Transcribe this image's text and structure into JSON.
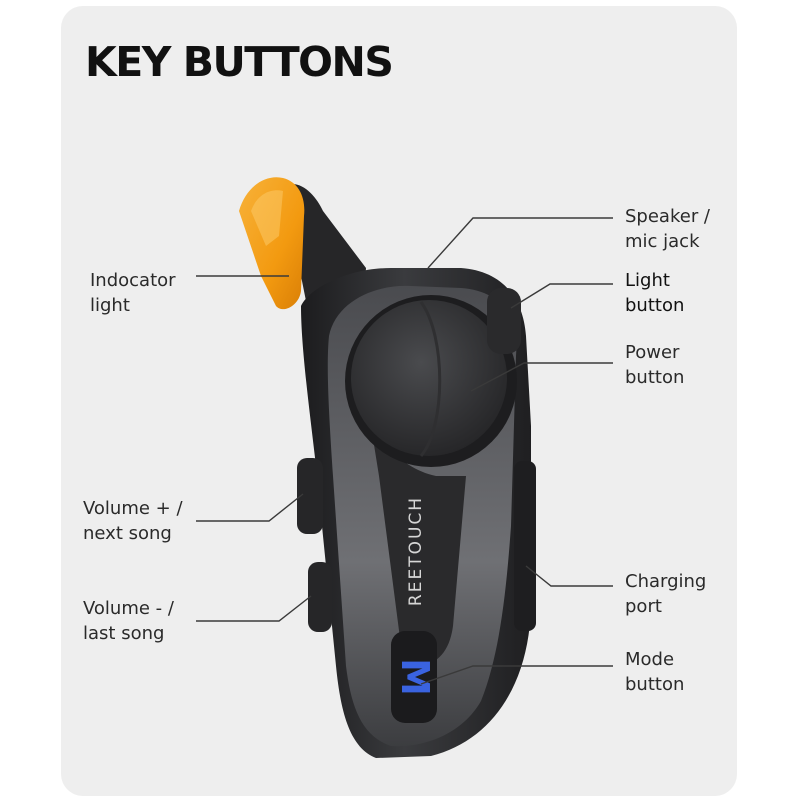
{
  "title": "KEY BUTTONS",
  "brand": "REETOUCH",
  "mode_key": "M",
  "colors": {
    "card_bg": "#eeeeee",
    "indicator": "#f5a112",
    "mode_key": "#3a63e0",
    "body": "#2b2b2d"
  },
  "callouts": [
    {
      "id": "speaker-mic-jack",
      "text": "Speaker /\nmic jack"
    },
    {
      "id": "light-button",
      "text": "Light\nbutton"
    },
    {
      "id": "power-button",
      "text": "Power\nbutton"
    },
    {
      "id": "charging-port",
      "text": "Charging\nport"
    },
    {
      "id": "mode-button",
      "text": "Mode\nbutton"
    },
    {
      "id": "indicator-light",
      "text": "Indocator\nlight"
    },
    {
      "id": "volume-up",
      "text": "Volume + /\nnext song"
    },
    {
      "id": "volume-down",
      "text": "Volume - /\nlast song"
    }
  ]
}
